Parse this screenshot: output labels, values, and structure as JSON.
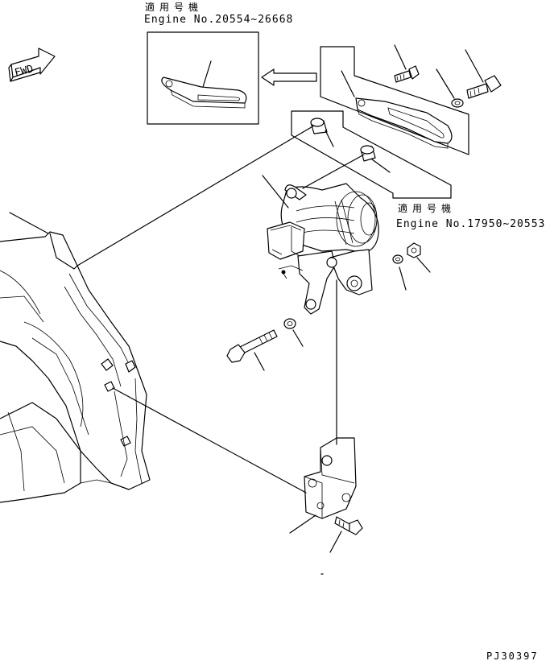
{
  "labels": {
    "applicable_jp_top": "適用号機",
    "engine_range_top": "Engine No.20554~26668",
    "applicable_jp_mid": "適用号機",
    "engine_range_mid": "Engine No.17950~20553",
    "fwd_arrow_text": "FWD",
    "drawing_id": "PJ30397"
  },
  "colors": {
    "ink": "#000000",
    "paper": "#ffffff"
  },
  "icons": [
    "fwd-arrow-icon",
    "replacement-arrow-icon"
  ]
}
